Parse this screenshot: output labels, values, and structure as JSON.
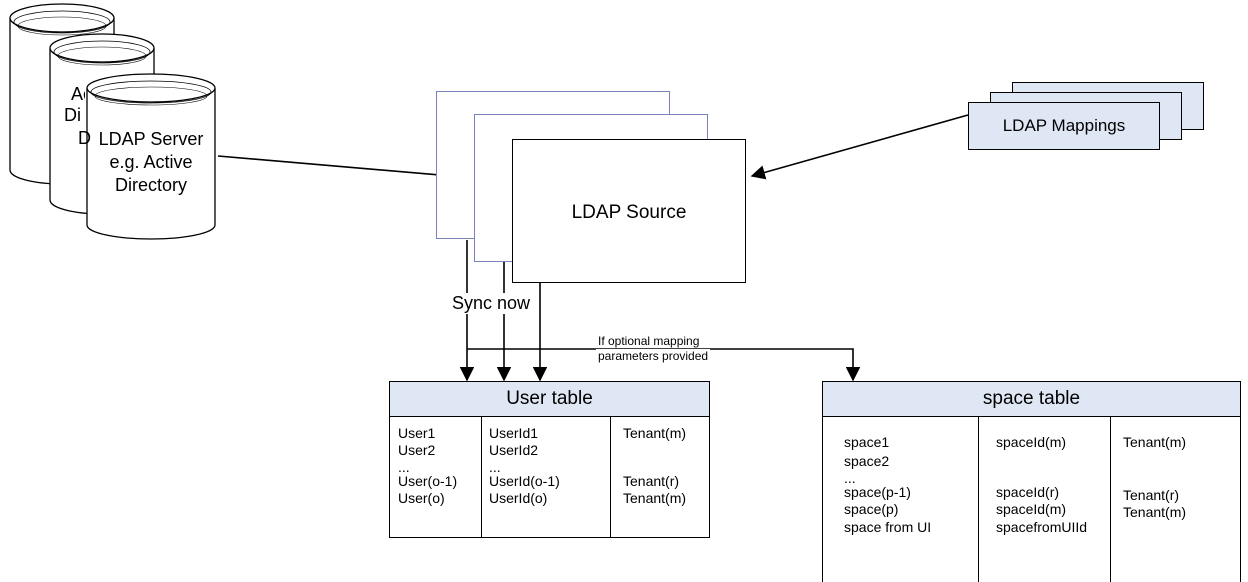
{
  "ldap_server": {
    "back2_label": "Ac\nDi",
    "back1_label": "D",
    "label_lines": [
      "LDAP Server",
      "e.g. Active",
      "Directory"
    ]
  },
  "ldap_source": {
    "label": "LDAP Source"
  },
  "ldap_mappings": {
    "label": "LDAP Mappings"
  },
  "sync_label": "Sync now",
  "condition_label": [
    "If optional mapping",
    "parameters provided"
  ],
  "user_table": {
    "title": "User table",
    "columns": [
      [
        "User1",
        "User2",
        "...",
        "User(o-1)",
        "User(o)"
      ],
      [
        "UserId1",
        "UserId2",
        "...",
        "UserId(o-1)",
        "UserId(o)"
      ],
      [
        "Tenant(m)",
        "",
        "",
        "Tenant(r)",
        "Tenant(m)"
      ]
    ]
  },
  "space_table": {
    "title": "space table",
    "columns": [
      [
        "space1",
        "space2",
        "...",
        "space(p-1)",
        "space(p)",
        "space from UI"
      ],
      [
        "spaceId(m)",
        "",
        "",
        "spaceId(r)",
        "spaceId(m)",
        "spacefromUIId"
      ],
      [
        "Tenant(m)",
        "",
        "",
        "Tenant(r)",
        "Tenant(m)",
        ""
      ]
    ]
  },
  "colors": {
    "line": "#000000",
    "header_fill": "#dfe6f4",
    "doc_border": "#7a82b8"
  }
}
